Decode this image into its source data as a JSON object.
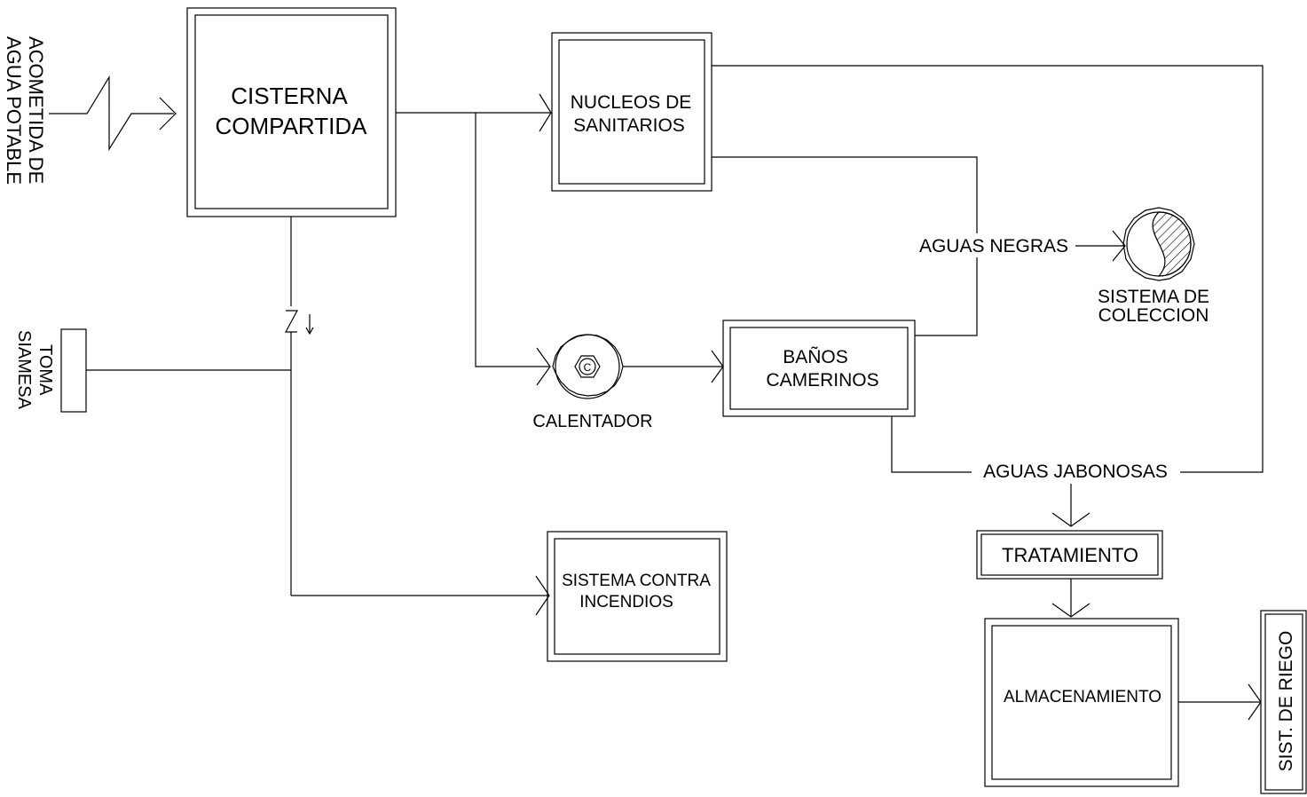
{
  "diagram": {
    "acometida": {
      "line1": "ACOMETIDA DE",
      "line2": "AGUA POTABLE"
    },
    "cisterna": {
      "line1": "CISTERNA",
      "line2": "COMPARTIDA"
    },
    "nucleos": {
      "line1": "NUCLEOS DE",
      "line2": "SANITARIOS"
    },
    "toma": {
      "line1": "TOMA",
      "line2": "SIAMESA"
    },
    "calentador": {
      "label": "CALENTADOR",
      "symbol": "C"
    },
    "banos": {
      "line1": "BAÑOS",
      "line2": "CAMERINOS"
    },
    "aguas_negras": "AGUAS NEGRAS",
    "sistema_coleccion": {
      "line1": "SISTEMA DE",
      "line2": "COLECCION"
    },
    "aguas_jabonosas": "AGUAS JABONOSAS",
    "tratamiento": "TRATAMIENTO",
    "almacenamiento": "ALMACENAMIENTO",
    "riego": "SIST. DE RIEGO",
    "contra_incendios": {
      "line1": "SISTEMA CONTRA",
      "line2": "INCENDIOS"
    },
    "line_color": "#000000",
    "hatch_color": "#000000"
  }
}
